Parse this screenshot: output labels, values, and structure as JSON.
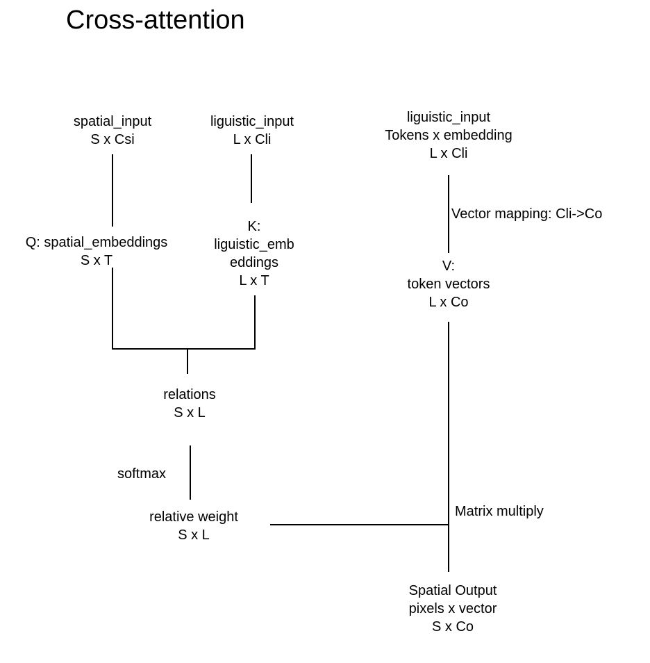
{
  "title": "Cross-attention",
  "nodes": {
    "spatial_input": {
      "name": "spatial_input",
      "shape": "S x Csi"
    },
    "linguistic_input_k": {
      "name": "liguistic_input",
      "shape": "L x Cli"
    },
    "linguistic_input_v": {
      "name": "liguistic_input",
      "desc": "Tokens x embedding",
      "shape": "L x Cli"
    },
    "query": {
      "name": "Q: spatial_embeddings",
      "shape": "S x T"
    },
    "key": {
      "name1": "K:",
      "name2": "liguistic_emb",
      "name3": "eddings",
      "shape": "L x T"
    },
    "value": {
      "name1": "V:",
      "name2": "token vectors",
      "shape": "L x Co"
    },
    "relations": {
      "name": "relations",
      "shape": "S x L"
    },
    "relative_weight": {
      "name": "relative weight",
      "shape": "S x L"
    },
    "spatial_output": {
      "name": "Spatial Output",
      "desc": "pixels x vector",
      "shape": "S x Co"
    }
  },
  "edge_labels": {
    "vector_mapping": "Vector mapping: Cli->Co",
    "softmax": "softmax",
    "matrix_multiply": "Matrix multiply"
  }
}
